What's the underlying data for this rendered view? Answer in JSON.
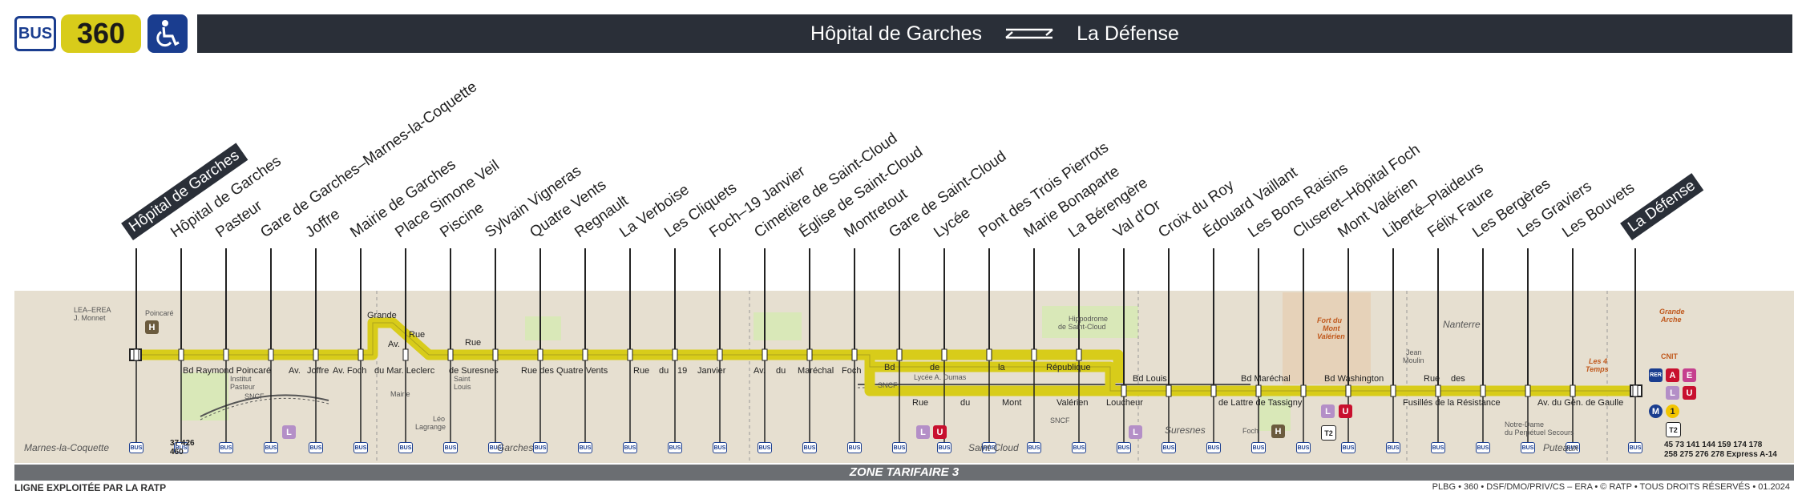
{
  "header": {
    "mode_label": "BUS",
    "line_number": "360",
    "origin": "Hôpital de Garches",
    "destination": "La Défense"
  },
  "stops": [
    {
      "name": "Hôpital de Garches",
      "terminus": true
    },
    {
      "name": "Hôpital de Garches",
      "terminus": false
    },
    {
      "name": "Pasteur",
      "terminus": false
    },
    {
      "name": "Gare de Garches–Marnes-la-Coquette",
      "terminus": false
    },
    {
      "name": "Joffre",
      "terminus": false
    },
    {
      "name": "Mairie de Garches",
      "terminus": false
    },
    {
      "name": "Place Simone Veil",
      "terminus": false
    },
    {
      "name": "Piscine",
      "terminus": false
    },
    {
      "name": "Sylvain Vigneras",
      "terminus": false
    },
    {
      "name": "Quatre Vents",
      "terminus": false
    },
    {
      "name": "Regnault",
      "terminus": false
    },
    {
      "name": "La Verboise",
      "terminus": false
    },
    {
      "name": "Les Cliquets",
      "terminus": false
    },
    {
      "name": "Foch–19 Janvier",
      "terminus": false
    },
    {
      "name": "Cimetière de Saint-Cloud",
      "terminus": false
    },
    {
      "name": "Église de Saint-Cloud",
      "terminus": false
    },
    {
      "name": "Montretout",
      "terminus": false
    },
    {
      "name": "Gare de Saint-Cloud",
      "terminus": false
    },
    {
      "name": "Lycée",
      "terminus": false
    },
    {
      "name": "Pont des Trois Pierrots",
      "terminus": false
    },
    {
      "name": "Marie Bonaparte",
      "terminus": false
    },
    {
      "name": "La Bérengère",
      "terminus": false
    },
    {
      "name": "Val d'Or",
      "terminus": false
    },
    {
      "name": "Croix du Roy",
      "terminus": false
    },
    {
      "name": "Édouard Vaillant",
      "terminus": false
    },
    {
      "name": "Les Bons Raisins",
      "terminus": false
    },
    {
      "name": "Cluseret–Hôpital Foch",
      "terminus": false
    },
    {
      "name": "Mont Valérien",
      "terminus": false
    },
    {
      "name": "Liberté–Plaideurs",
      "terminus": false
    },
    {
      "name": "Félix Faure",
      "terminus": false
    },
    {
      "name": "Les Bergères",
      "terminus": false
    },
    {
      "name": "Les Graviers",
      "terminus": false
    },
    {
      "name": "Les Bouvets",
      "terminus": false
    },
    {
      "name": "La Défense",
      "terminus": true
    }
  ],
  "streets": [
    {
      "text": "Bd Raymond Poincaré"
    },
    {
      "text": "Av."
    },
    {
      "text": "Joffre"
    },
    {
      "text": "Av. Foch"
    },
    {
      "text": "Grande"
    },
    {
      "text": "Rue"
    },
    {
      "text": "Av."
    },
    {
      "text": "du Mar. Leclerc"
    },
    {
      "text": "Rue"
    },
    {
      "text": "de Suresnes"
    },
    {
      "text": "Rue des Quatre Vents"
    },
    {
      "text": "Rue"
    },
    {
      "text": "du"
    },
    {
      "text": "19"
    },
    {
      "text": "Janvier"
    },
    {
      "text": "Av."
    },
    {
      "text": "du"
    },
    {
      "text": "Maréchal"
    },
    {
      "text": "Foch"
    },
    {
      "text": "Bd"
    },
    {
      "text": "de"
    },
    {
      "text": "la"
    },
    {
      "text": "République"
    },
    {
      "text": "Rue"
    },
    {
      "text": "du"
    },
    {
      "text": "Mont"
    },
    {
      "text": "Valérien"
    },
    {
      "text": "Bd Louis"
    },
    {
      "text": "Loucheur"
    },
    {
      "text": "Bd Maréchal"
    },
    {
      "text": "de Lattre de Tassigny"
    },
    {
      "text": "Bd Washington"
    },
    {
      "text": "Rue"
    },
    {
      "text": "des"
    },
    {
      "text": "Fusillés de la Résistance"
    },
    {
      "text": "Av. du Gén. de Gaulle"
    }
  ],
  "landmarks": [
    {
      "text": "LEA–EREA"
    },
    {
      "text": "J. Monnet"
    },
    {
      "text": "Poincaré"
    },
    {
      "text": "Institut"
    },
    {
      "text": "Pasteur"
    },
    {
      "text": "SNCF"
    },
    {
      "text": "Mairie"
    },
    {
      "text": "Saint"
    },
    {
      "text": "Louis"
    },
    {
      "text": "Léo"
    },
    {
      "text": "Lagrange"
    },
    {
      "text": "Lycée A. Dumas"
    },
    {
      "text": "SNCF"
    },
    {
      "text": "Hippodrome"
    },
    {
      "text": "de Saint-Cloud"
    },
    {
      "text": "SNCF"
    },
    {
      "text": "Foch"
    },
    {
      "text": "Fort du"
    },
    {
      "text": "Mont"
    },
    {
      "text": "Valérien"
    },
    {
      "text": "Jean"
    },
    {
      "text": "Moulin"
    },
    {
      "text": "Notre-Dame"
    },
    {
      "text": "du Perpétuel Secours"
    },
    {
      "text": "Grande"
    },
    {
      "text": "Arche"
    },
    {
      "text": "CNIT"
    },
    {
      "text": "Les 4"
    },
    {
      "text": "Temps"
    }
  ],
  "communes": [
    {
      "text": "Marnes-la-Coquette"
    },
    {
      "text": "Garches"
    },
    {
      "text": "Saint-Cloud"
    },
    {
      "text": "Suresnes"
    },
    {
      "text": "Nanterre"
    },
    {
      "text": "Puteaux"
    }
  ],
  "connections": {
    "first_stop_bus": "37 426",
    "first_stop_bus2": "460",
    "la_defense_bus": "45 73 141 144 159 174 178",
    "la_defense_bus2": "258 275 276 278 Express A-14",
    "bus_label": "BUS",
    "l_label": "L",
    "u_label": "U",
    "t2_label": "T2",
    "rer_label": "RER",
    "a_label": "A",
    "e_label": "E",
    "m_label": "M",
    "one_label": "1",
    "h_label": "H"
  },
  "zone_label": "ZONE TARIFAIRE 3",
  "footer": {
    "left": "LIGNE EXPLOITÉE PAR LA RATP",
    "right": "PLBG • 360 • DSF/DMO/PRIV/CS – ERA • © RATP • TOUS DROITS RÉSERVÉS • 01.2024"
  },
  "colors": {
    "line": "#d8cc1a",
    "navy": "#1a3d8f",
    "dark": "#2a2f38",
    "zone": "#e6dfd0",
    "metro_u": "#c8102e",
    "tram_l": "#b48fc7"
  }
}
